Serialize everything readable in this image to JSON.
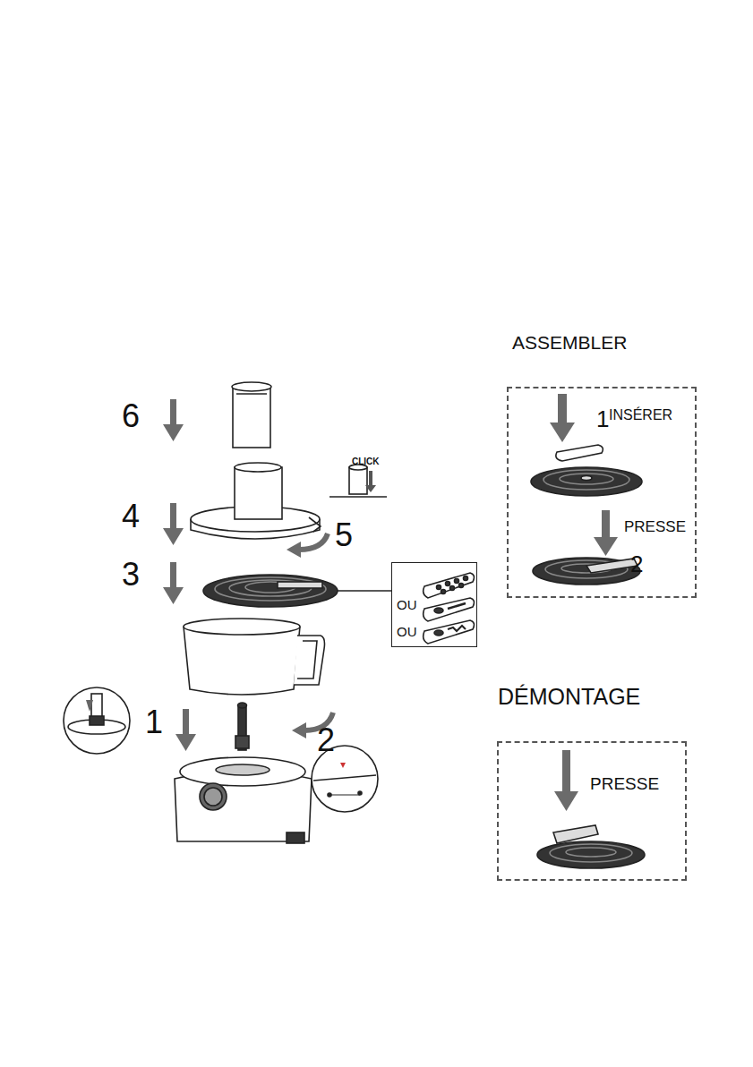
{
  "diagram": {
    "nodes": [
      {
        "text": [
          "ASSEMBLER",
          "1",
          "INSÉRER",
          "PRESSE",
          "2"
        ]
      },
      {
        "text": [
          "CLICK"
        ]
      },
      {
        "text": [
          "OU",
          "OU"
        ]
      },
      {
        "text": [
          "DÉMONTAGE",
          "PRESSE"
        ]
      }
    ],
    "labels": [
      "6",
      "4",
      "5",
      "3",
      "1",
      "2"
    ]
  }
}
